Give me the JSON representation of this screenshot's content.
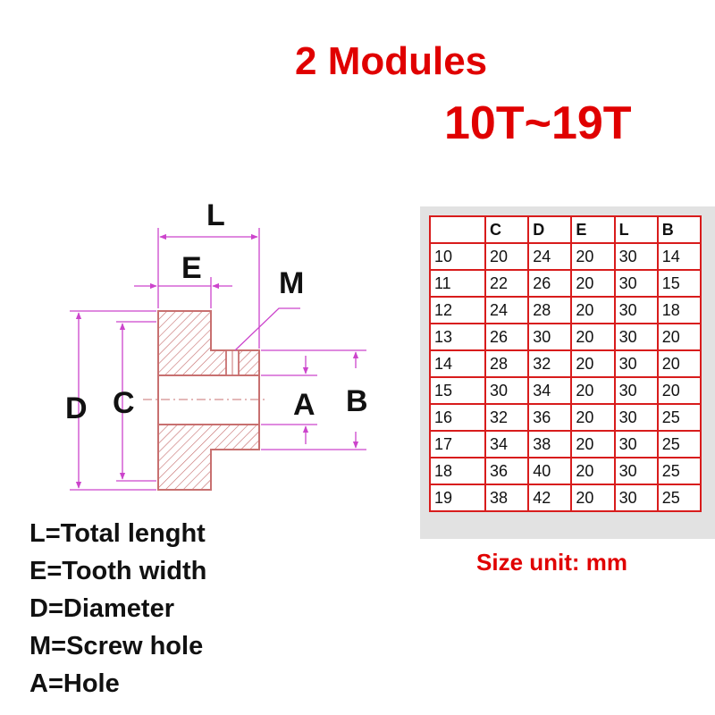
{
  "title": {
    "line1": "2 Modules",
    "line2": "10T~19T"
  },
  "diagram_labels": {
    "L": "L",
    "E": "E",
    "M": "M",
    "D": "D",
    "C": "C",
    "A": "A",
    "B": "B"
  },
  "legend": [
    "L=Total lenght",
    "E=Tooth width",
    "D=Diameter",
    "M=Screw hole",
    "A=Hole"
  ],
  "table": {
    "headers": [
      "",
      "C",
      "D",
      "E",
      "L",
      "B"
    ],
    "rows": [
      [
        "10",
        "20",
        "24",
        "20",
        "30",
        "14"
      ],
      [
        "11",
        "22",
        "26",
        "20",
        "30",
        "15"
      ],
      [
        "12",
        "24",
        "28",
        "20",
        "30",
        "18"
      ],
      [
        "13",
        "26",
        "30",
        "20",
        "30",
        "20"
      ],
      [
        "14",
        "28",
        "32",
        "20",
        "30",
        "20"
      ],
      [
        "15",
        "30",
        "34",
        "20",
        "30",
        "20"
      ],
      [
        "16",
        "32",
        "36",
        "20",
        "30",
        "25"
      ],
      [
        "17",
        "34",
        "38",
        "20",
        "30",
        "25"
      ],
      [
        "18",
        "36",
        "40",
        "20",
        "30",
        "25"
      ],
      [
        "19",
        "38",
        "42",
        "20",
        "30",
        "25"
      ]
    ]
  },
  "size_unit": "Size unit: mm",
  "colors": {
    "title": "#e00000",
    "table_border": "#d81c1c",
    "table_frame": "#e2e2e2",
    "dimension_lines": "#cc44cc",
    "part_outline": "#c87070",
    "hatch": "#c46a6a"
  }
}
